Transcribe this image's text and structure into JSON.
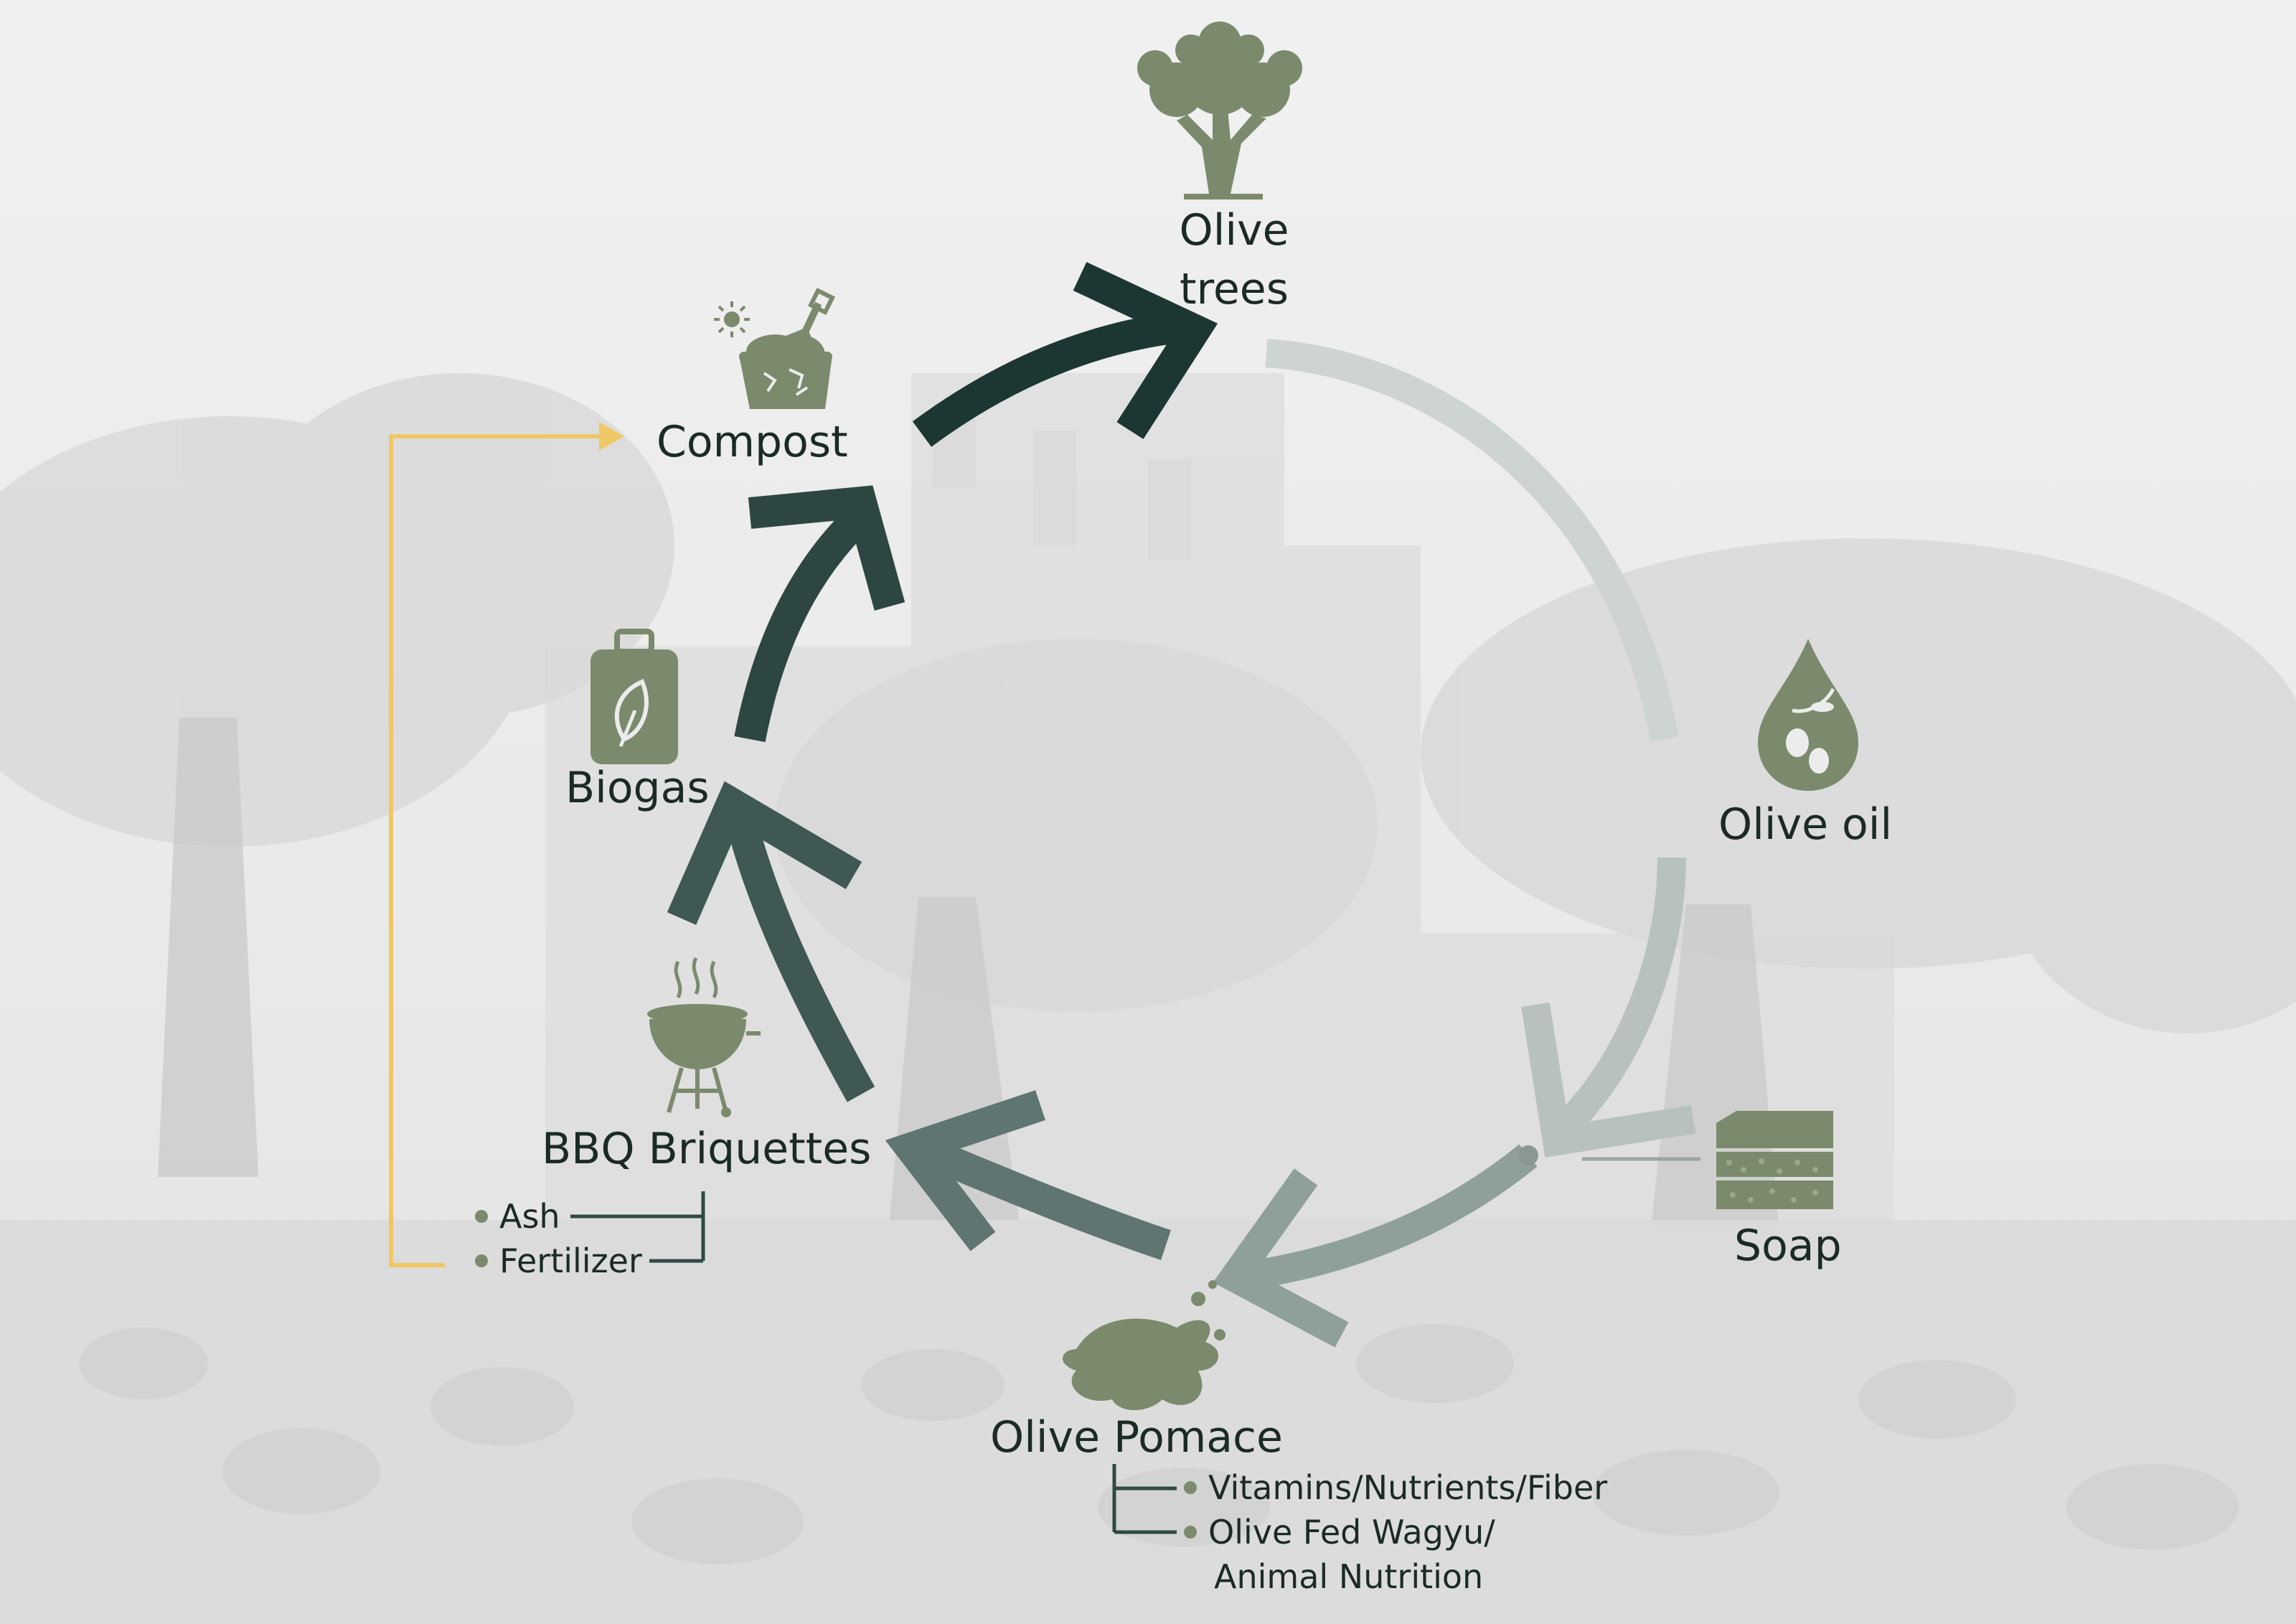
{
  "nodes": {
    "olive_trees": {
      "line1": "Olive",
      "line2": "trees"
    },
    "olive_oil": {
      "label": "Olive oil"
    },
    "soap": {
      "label": "Soap"
    },
    "olive_pomace": {
      "label": "Olive Pomace"
    },
    "bbq_briquettes": {
      "label": "BBQ Briquettes"
    },
    "biogas": {
      "label": "Biogas"
    },
    "compost": {
      "label": "Compost"
    }
  },
  "pomace_outputs": {
    "item1": "Vitamins/Nutrients/Fiber",
    "item2_line1": "Olive Fed Wagyu/",
    "item2_line2": "Animal Nutrition"
  },
  "briquette_outputs": {
    "item1": "Ash",
    "item2": "Fertilizer"
  },
  "colors": {
    "icon_olive": "#7b8a6c",
    "arrow_dark": "#1c3733",
    "arrow_mid": "#34504b",
    "arrow_light": "#c8d0cc",
    "feedback_yellow": "#efc865",
    "background": "#ececec"
  },
  "icons": {
    "olive_trees": "olive-tree-icon",
    "olive_oil": "oil-drop-icon",
    "soap": "soap-bars-icon",
    "olive_pomace": "splash-icon",
    "bbq_briquettes": "bbq-grill-icon",
    "biogas": "gas-canister-icon",
    "compost": "compost-bucket-icon"
  }
}
